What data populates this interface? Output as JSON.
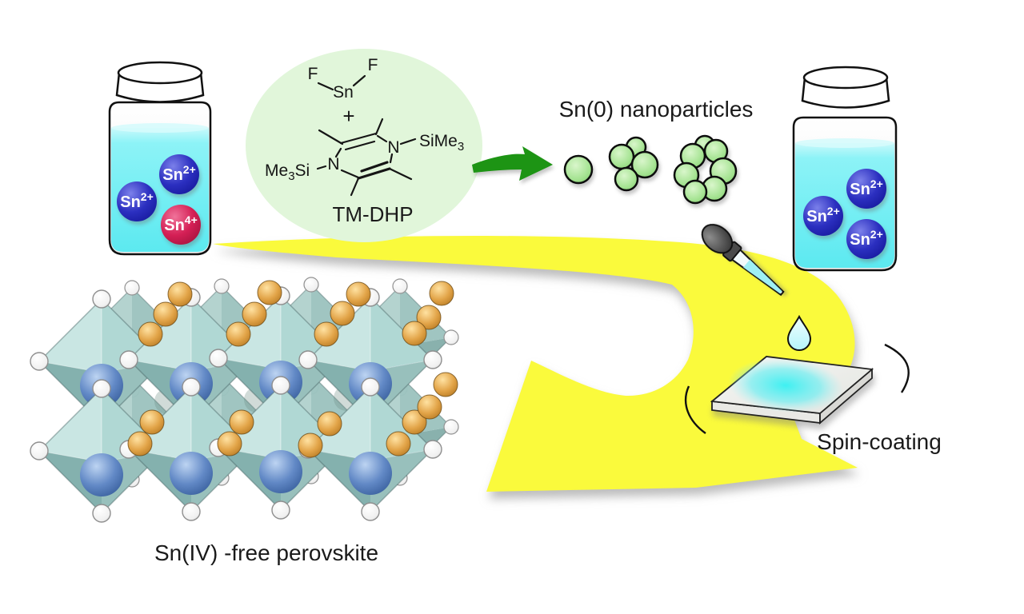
{
  "vial_left": {
    "ions": [
      {
        "base": "Sn",
        "charge": "2+"
      },
      {
        "base": "Sn",
        "charge": "2+"
      },
      {
        "base": "Sn",
        "charge": "4+"
      }
    ]
  },
  "vial_right": {
    "ions": [
      {
        "base": "Sn",
        "charge": "2+"
      },
      {
        "base": "Sn",
        "charge": "2+"
      },
      {
        "base": "Sn",
        "charge": "2+"
      }
    ]
  },
  "reagent_bubble": {
    "fluorine_left": "F",
    "fluorine_right": "F",
    "tin": "Sn",
    "plus": "+",
    "nitrogen_left": "N",
    "nitrogen_right": "N",
    "silyl_left": {
      "pre": "Me",
      "sub": "3",
      "post": "Si"
    },
    "silyl_right": {
      "pre": "SiMe",
      "sub": "3"
    },
    "name": "TM-DHP"
  },
  "nanoparticles": {
    "label": "Sn(0) nanoparticles"
  },
  "spin_coating": {
    "label": "Spin-coating"
  },
  "perovskite": {
    "label": "Sn(IV) -free perovskite"
  },
  "colors": {
    "liquid_cyan": "#63ebf2",
    "ion_blue": "#2b2fc0",
    "ion_red": "#d41f55",
    "bubble_green": "#e1f6da",
    "reaction_arrow_green": "#1d9414",
    "nanoparticle_green": "#aae595",
    "flow_arrow_yellow": "#fafa3c",
    "octahedron_teal": "#a3cbc8",
    "a_site_blue": "#5b82c4",
    "halide_white": "#f5f5f5",
    "organic_cation_orange": "#e2a448"
  }
}
